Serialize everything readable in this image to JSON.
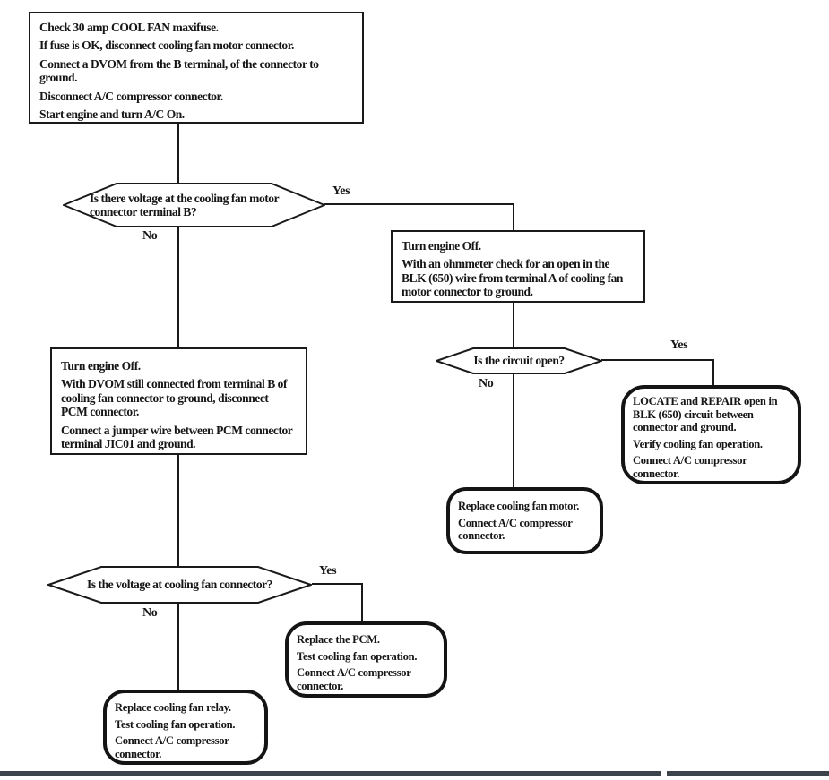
{
  "theme": {
    "ink": "#161616",
    "background": "#ffffff",
    "rule_color": "#3e444c"
  },
  "labels": {
    "yes": "Yes",
    "no": "No"
  },
  "nodes": {
    "start": {
      "lines": [
        "Check 30 amp COOL FAN maxifuse.",
        "If fuse is OK, disconnect cooling fan motor connector.",
        "Connect a DVOM from the B terminal, of the connector to ground.",
        "Disconnect A/C compressor connector.",
        "Start engine and turn A/C On."
      ]
    },
    "decision_voltage_terminal_b": {
      "question": "Is there voltage at the cooling fan motor connector terminal B?"
    },
    "ohmmeter_check": {
      "lines": [
        "Turn engine Off.",
        "With an ohmmeter check for an open in the BLK (650) wire from terminal A of cooling fan motor connector to ground."
      ]
    },
    "decision_circuit_open": {
      "question": "Is the circuit open?"
    },
    "locate_repair": {
      "lines": [
        "LOCATE and REPAIR open in BLK (650) circuit between connector and ground.",
        "Verify cooling fan operation.",
        "Connect A/C compressor connector."
      ]
    },
    "replace_fan_motor": {
      "lines": [
        "Replace cooling fan motor.",
        "Connect A/C compressor connector."
      ]
    },
    "jumper_test": {
      "lines": [
        "Turn engine Off.",
        "With DVOM still connected from terminal B of cooling fan connector to ground, disconnect PCM connector.",
        "Connect a jumper wire between PCM connector terminal JIC01 and ground."
      ]
    },
    "decision_voltage_fan_connector": {
      "question": "Is the voltage at cooling fan connector?"
    },
    "replace_pcm": {
      "lines": [
        "Replace the PCM.",
        "Test cooling fan operation.",
        "Connect A/C compressor connector."
      ]
    },
    "replace_fan_relay": {
      "lines": [
        "Replace cooling fan relay.",
        "Test cooling fan operation.",
        "Connect A/C compressor connector."
      ]
    }
  }
}
